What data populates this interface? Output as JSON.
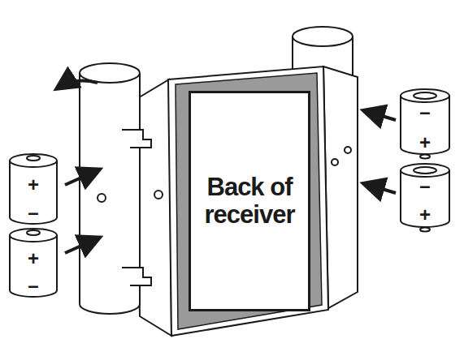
{
  "diagram": {
    "nodes": [
      {
        "text": [
          "Back of receiver"
        ]
      }
    ],
    "labels": [
      "+",
      "–",
      "+",
      "–",
      "–",
      "+",
      "–",
      "+"
    ]
  }
}
